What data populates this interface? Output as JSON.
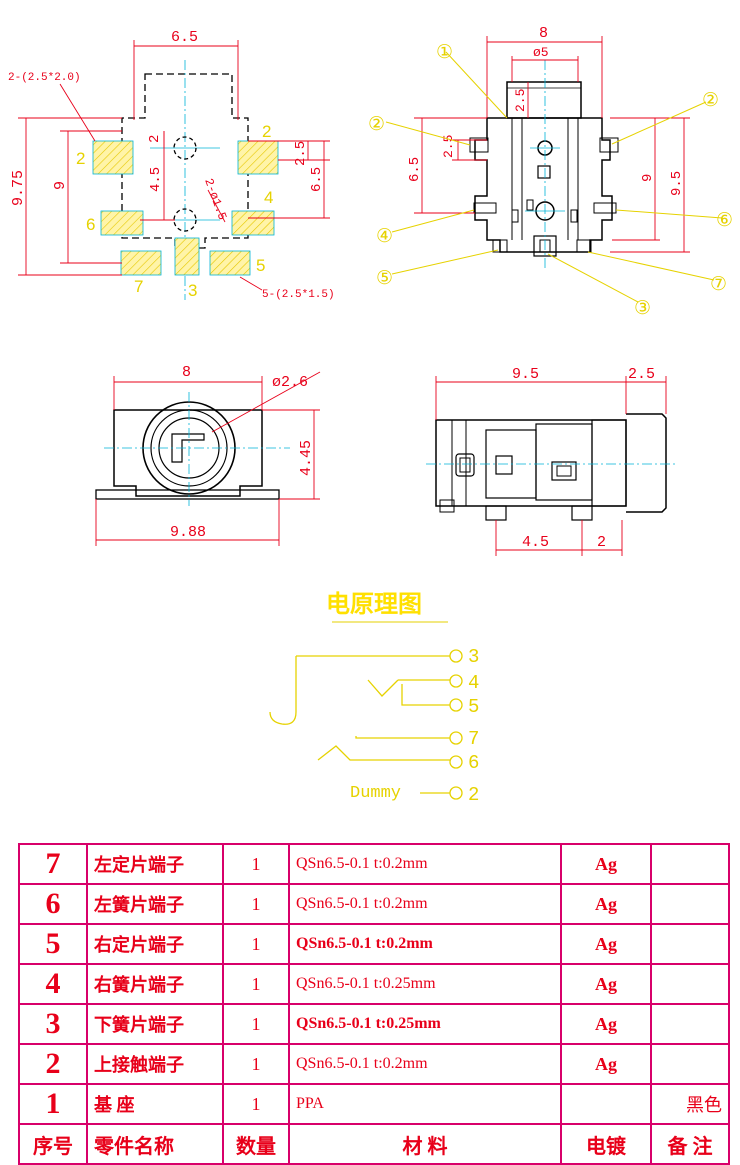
{
  "footprint": {
    "dim_top": "6.5",
    "dim_left_outer": "9.75",
    "dim_left_inner": "9",
    "dim_pad_spacing": "4.5",
    "dim_hole_offset": "2",
    "dim_right_small": "2.5",
    "dim_right_large": "6.5",
    "note_pad_big": "2-(2.5*2.0)",
    "note_holes": "2-ø1.5",
    "note_pad_small": "5-(2.5*1.5)",
    "pad_labels": [
      "2",
      "2",
      "6",
      "4",
      "7",
      "3",
      "5"
    ]
  },
  "side_view": {
    "dim_width": "8",
    "dim_hole": "ø5",
    "dim_top_small": "2.5",
    "dim_left_pin": "2.5",
    "dim_left_height": "6.5",
    "dim_right_inner": "9",
    "dim_right_outer": "9.5",
    "callouts": [
      "①",
      "②",
      "②",
      "④",
      "⑤",
      "③",
      "⑦",
      "⑥"
    ]
  },
  "front_view": {
    "dim_width": "8",
    "dim_hole": "ø2.6",
    "dim_height": "4.45",
    "dim_base": "9.88"
  },
  "profile_view": {
    "dim_body": "9.5",
    "dim_nose": "2.5",
    "dim_pin_spacing": "4.5",
    "dim_pin_offset": "2"
  },
  "schematic": {
    "title": "电原理图",
    "pins": [
      "3",
      "4",
      "5",
      "7",
      "6",
      "2"
    ],
    "dummy_label": "Dummy"
  },
  "bom": {
    "rows": [
      {
        "no": "7",
        "name": "左定片端子",
        "qty": "1",
        "material": "QSn6.5-0.1  t:0.2mm",
        "finish": "Ag",
        "note": ""
      },
      {
        "no": "6",
        "name": "左簧片端子",
        "qty": "1",
        "material": "QSn6.5-0.1  t:0.2mm",
        "finish": "Ag",
        "note": ""
      },
      {
        "no": "5",
        "name": "右定片端子",
        "qty": "1",
        "material": "QSn6.5-0.1  t:0.2mm",
        "finish": "Ag",
        "note": ""
      },
      {
        "no": "4",
        "name": "右簧片端子",
        "qty": "1",
        "material": "QSn6.5-0.1  t:0.25mm",
        "finish": "Ag",
        "note": ""
      },
      {
        "no": "3",
        "name": "下簧片端子",
        "qty": "1",
        "material": "QSn6.5-0.1  t:0.25mm",
        "finish": "Ag",
        "note": ""
      },
      {
        "no": "2",
        "name": "上接触端子",
        "qty": "1",
        "material": "QSn6.5-0.1  t:0.2mm",
        "finish": "Ag",
        "note": ""
      },
      {
        "no": "1",
        "name": "基  座",
        "qty": "1",
        "material": "PPA",
        "finish": "",
        "note": "黑色"
      }
    ],
    "header": {
      "no": "序号",
      "name": "零件名称",
      "qty": "数量",
      "material": "材  料",
      "finish": "电镀",
      "note": "备 注"
    }
  },
  "colors": {
    "dimension": "#e8001a",
    "pad": "#e6d200",
    "outline": "#000000",
    "centerline": "#00b4d8",
    "table_border": "#d8006a"
  }
}
